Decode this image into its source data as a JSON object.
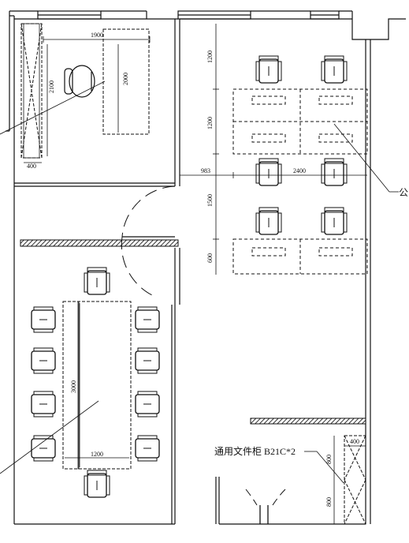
{
  "plan": {
    "dimensions": {
      "top_left_horizontal": "1900",
      "top_left_vertical_long": "2000",
      "top_left_vertical_short": "2100",
      "top_left_bottom": "400",
      "right_col_1": "1200",
      "right_col_2": "1200",
      "right_col_3": "1500",
      "right_col_4": "600",
      "right_mid_left": "983",
      "right_mid_right": "2400",
      "meeting_length": "3000",
      "meeting_width": "1200",
      "cabinet_width": "400",
      "cabinet_depth_1": "800",
      "cabinet_depth_2": "800"
    },
    "labels": {
      "right_callout": "公",
      "cabinet_note": "通用文件柜 B21C*2"
    }
  },
  "colors": {
    "line": "#111111",
    "hatch": "#444444"
  }
}
